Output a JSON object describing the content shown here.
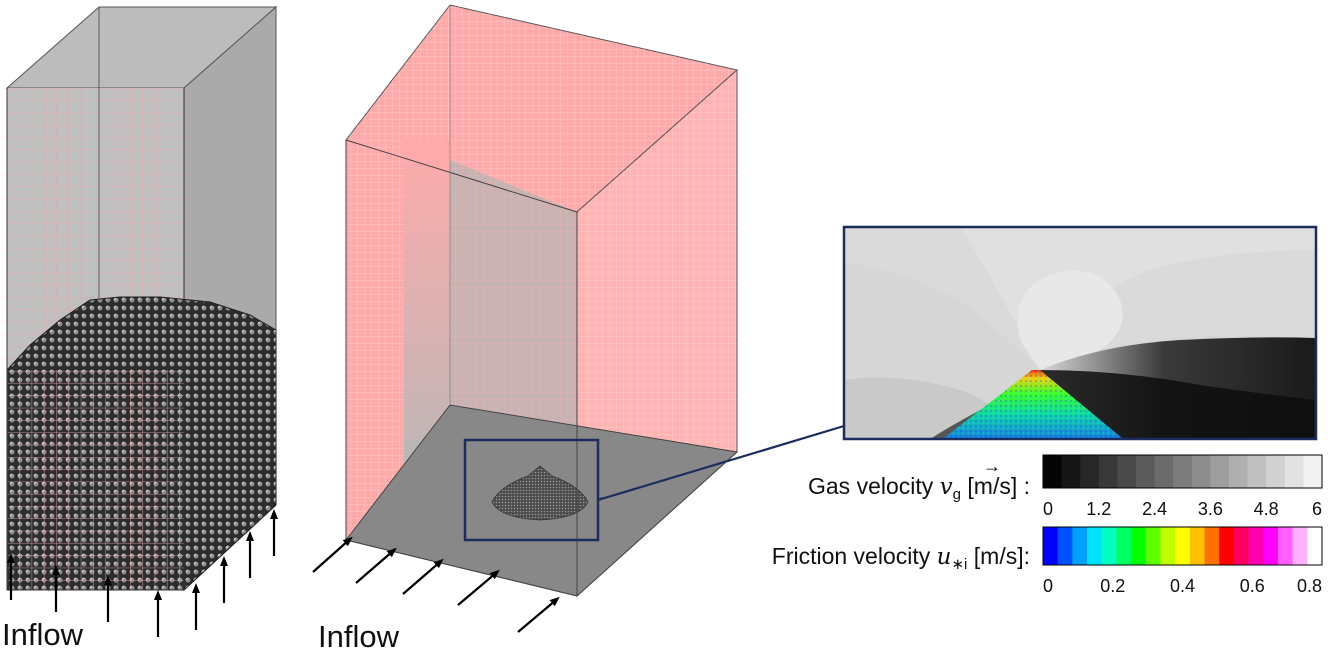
{
  "left_domain": {
    "inflow_label": "Inflow"
  },
  "middle_domain": {
    "inflow_label": "Inflow"
  },
  "legend": {
    "gas": {
      "label_prefix": "Gas velocity ",
      "symbol": "v",
      "subscript": "g",
      "unit": " [m/s] :",
      "ticks": [
        "0",
        "1.2",
        "2.4",
        "3.6",
        "4.8",
        "6"
      ],
      "colors": [
        "#050505",
        "#161616",
        "#272727",
        "#383838",
        "#494949",
        "#5a5a5a",
        "#6b6b6b",
        "#7c7c7c",
        "#8d8d8d",
        "#9e9e9e",
        "#afafaf",
        "#c0c0c0",
        "#d1d1d1",
        "#e2e2e2",
        "#f3f3f3"
      ]
    },
    "friction": {
      "label_prefix": "Friction velocity ",
      "symbol": "u",
      "subscript": "∗i",
      "unit": " [m/s]:",
      "ticks": [
        "0",
        "0.2",
        "0.4",
        "0.6",
        "0.8"
      ],
      "colors": [
        "#0000ff",
        "#0050ff",
        "#00a0ff",
        "#00e0ff",
        "#00ffc0",
        "#00ff60",
        "#00ff00",
        "#60ff00",
        "#c0ff00",
        "#ffff00",
        "#ffc000",
        "#ff7000",
        "#ff0000",
        "#ff0060",
        "#ff00b0",
        "#ff00ff",
        "#ff60ff",
        "#ffb0ff",
        "#ffffff"
      ]
    }
  }
}
